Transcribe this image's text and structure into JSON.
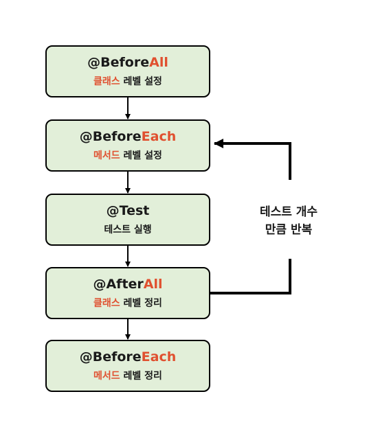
{
  "boxes": [
    {
      "title_prefix": "@Before",
      "title_accent": "All",
      "desc_accent": "클래스",
      "desc_rest": " 레벨 설정"
    },
    {
      "title_prefix": "@Before",
      "title_accent": "Each",
      "desc_accent": "메서드",
      "desc_rest": " 레벨 설정"
    },
    {
      "title_prefix": "@Test",
      "title_accent": "",
      "desc_accent": "",
      "desc_rest": "테스트 실행"
    },
    {
      "title_prefix": "@After",
      "title_accent": "All",
      "desc_accent": "클래스",
      "desc_rest": " 레벨 정리"
    },
    {
      "title_prefix": "@Before",
      "title_accent": "Each",
      "desc_accent": "메서드",
      "desc_rest": " 레벨 정리"
    }
  ],
  "loop_label": {
    "line1": "테스트 개수",
    "line2": "만큼 반복"
  },
  "colors": {
    "box_fill": "#e2efd9",
    "accent": "#e0502f",
    "border": "#000000"
  }
}
